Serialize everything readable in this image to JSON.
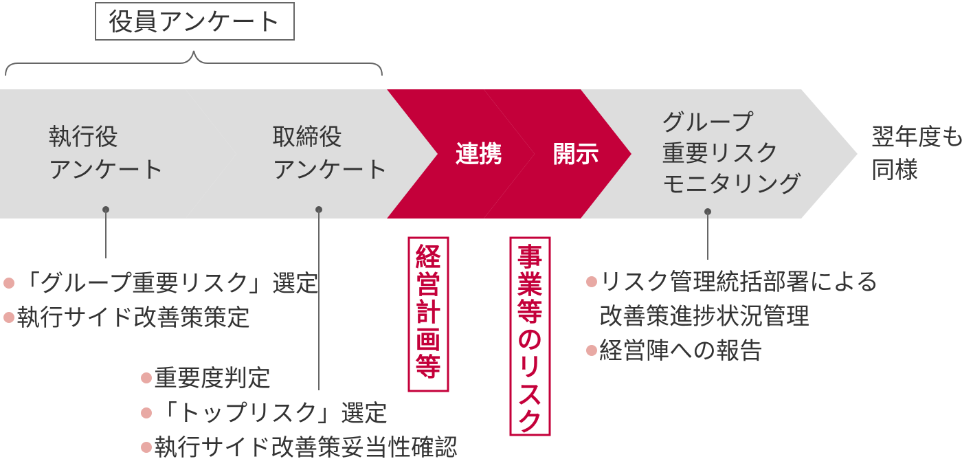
{
  "header": {
    "label": "役員アンケート"
  },
  "steps": [
    {
      "lines": [
        "執行役",
        "アンケート"
      ],
      "highlight": false
    },
    {
      "lines": [
        "取締役",
        "アンケート"
      ],
      "highlight": false
    },
    {
      "lines": [
        "連携"
      ],
      "highlight": true
    },
    {
      "lines": [
        "開示"
      ],
      "highlight": true
    },
    {
      "lines": [
        "グループ",
        "重要リスク",
        "モニタリング"
      ],
      "highlight": false
    }
  ],
  "end_label": [
    "翌年度も",
    "同様"
  ],
  "notes": {
    "step1": [
      "「グループ重要リスク」選定",
      "執行サイド改善策策定"
    ],
    "step2": [
      "重要度判定",
      "「トップリスク」選定",
      "執行サイド改善策妥当性確認"
    ],
    "step5": [
      {
        "text": "リスク管理統括部署による",
        "bullet": true
      },
      {
        "text": "改善策進捗状況管理",
        "bullet": false
      },
      {
        "text": "経営陣への報告",
        "bullet": true
      }
    ]
  },
  "vertical_boxes": {
    "link": "経営計画等",
    "disclosure": "事業等のリスク"
  },
  "colors": {
    "chevron_gray": "#dddddd",
    "accent_red": "#c4003a",
    "bullet_pink": "#e8a9a4",
    "text": "#333333",
    "line": "#666666"
  }
}
